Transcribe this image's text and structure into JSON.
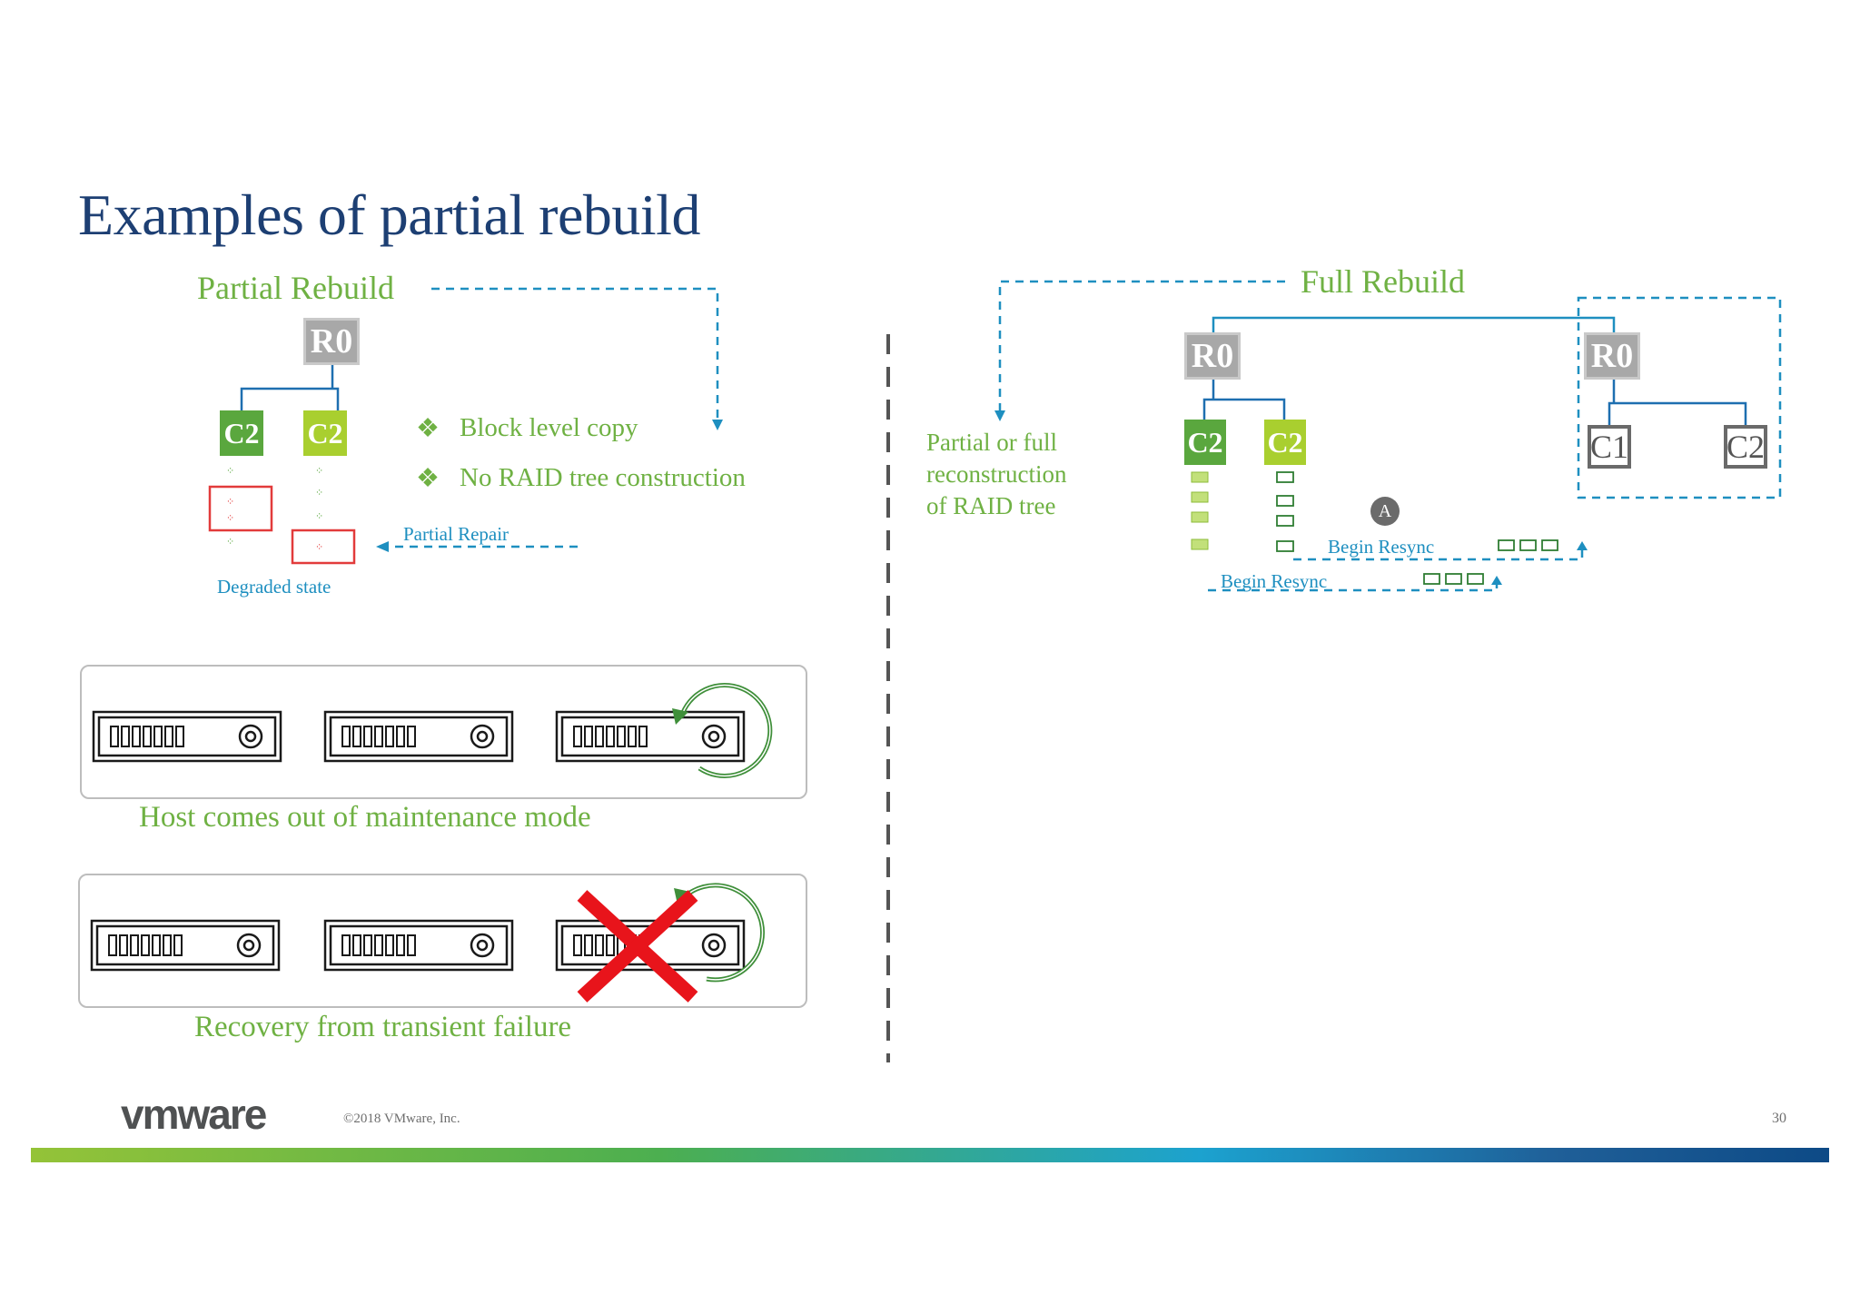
{
  "slide": {
    "title": "Examples of partial rebuild",
    "page_number": "30"
  },
  "partial_rebuild": {
    "heading": "Partial Rebuild",
    "root_label": "R0",
    "component_labels": [
      "C2",
      "C2"
    ],
    "bullets": [
      "Block level copy",
      "No RAID tree construction"
    ],
    "partial_repair_label": "Partial Repair",
    "degraded_state_label": "Degraded state"
  },
  "host_panels": [
    {
      "caption": "Host comes out of maintenance mode",
      "failed": false
    },
    {
      "caption": "Recovery from transient failure",
      "failed": true
    }
  ],
  "full_rebuild": {
    "heading": "Full Rebuild",
    "side_note_lines": [
      "Partial or full",
      "reconstruction",
      "of RAID tree"
    ],
    "left_root_label": "R0",
    "right_root_label": "R0",
    "left_components": [
      "C2",
      "C2"
    ],
    "right_components": [
      "C1",
      "C2"
    ],
    "marker_label": "A",
    "resync_labels": [
      "Begin Resync",
      "Begin Resync"
    ]
  },
  "footer": {
    "logo_text": "vmware",
    "copyright": "©2018 VMware, Inc."
  },
  "colors": {
    "title": "#1d3f73",
    "green": "#6fb143",
    "blue": "#1e8fc0",
    "fail_red": "#e8141b"
  }
}
